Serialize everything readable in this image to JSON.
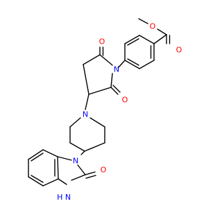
{
  "atoms": {
    "o_methoxy": "O",
    "o_ester_carbonyl": "O",
    "o_imide_top": "O",
    "o_imide_right": "O",
    "n_succinimide": "N",
    "n_piperidine": "N",
    "n_benzimidazole": "N",
    "o_benzimidazolone": "O",
    "nh_benzimidazole": "H\nN"
  },
  "colors": {
    "carbon_bonds": "#000000",
    "oxygen": "#ff0000",
    "nitrogen": "#0000ff"
  }
}
